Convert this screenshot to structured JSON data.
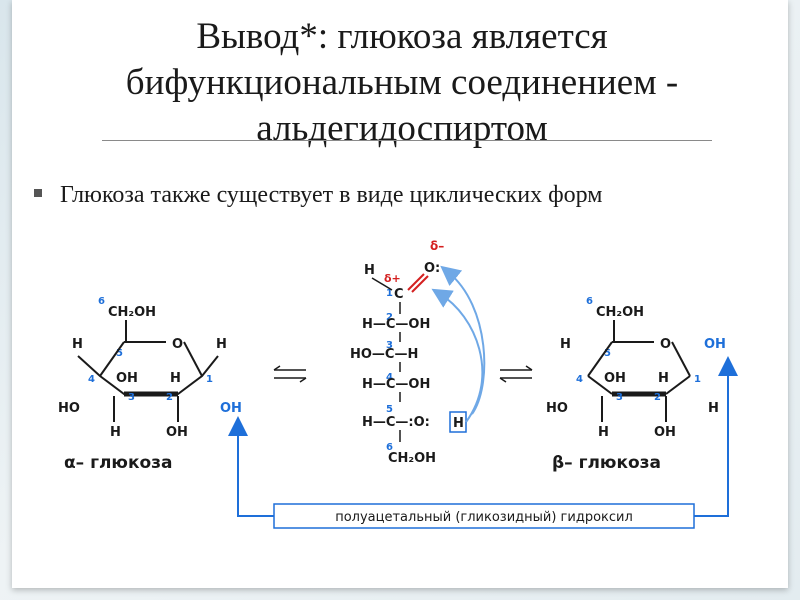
{
  "title": {
    "line1": "Вывод*: глюкоза является",
    "line2": "бифункциональным соединением -",
    "line3": "альдегидоспиртом"
  },
  "bullet": {
    "text": "Глюкоза также существует в виде циклических форм"
  },
  "diagram": {
    "alpha_label": "α– глюкоза",
    "beta_label": "β– глюкоза",
    "hydroxyl_caption": "полуацетальный (гликозидный) гидроксил",
    "delta_minus": "δ–",
    "delta_plus": "δ+",
    "colors": {
      "bond": "#1a1a1a",
      "accent_blue": "#1e6fd9",
      "accent_red": "#d42020",
      "arrow_light": "#6fa8e6"
    }
  }
}
